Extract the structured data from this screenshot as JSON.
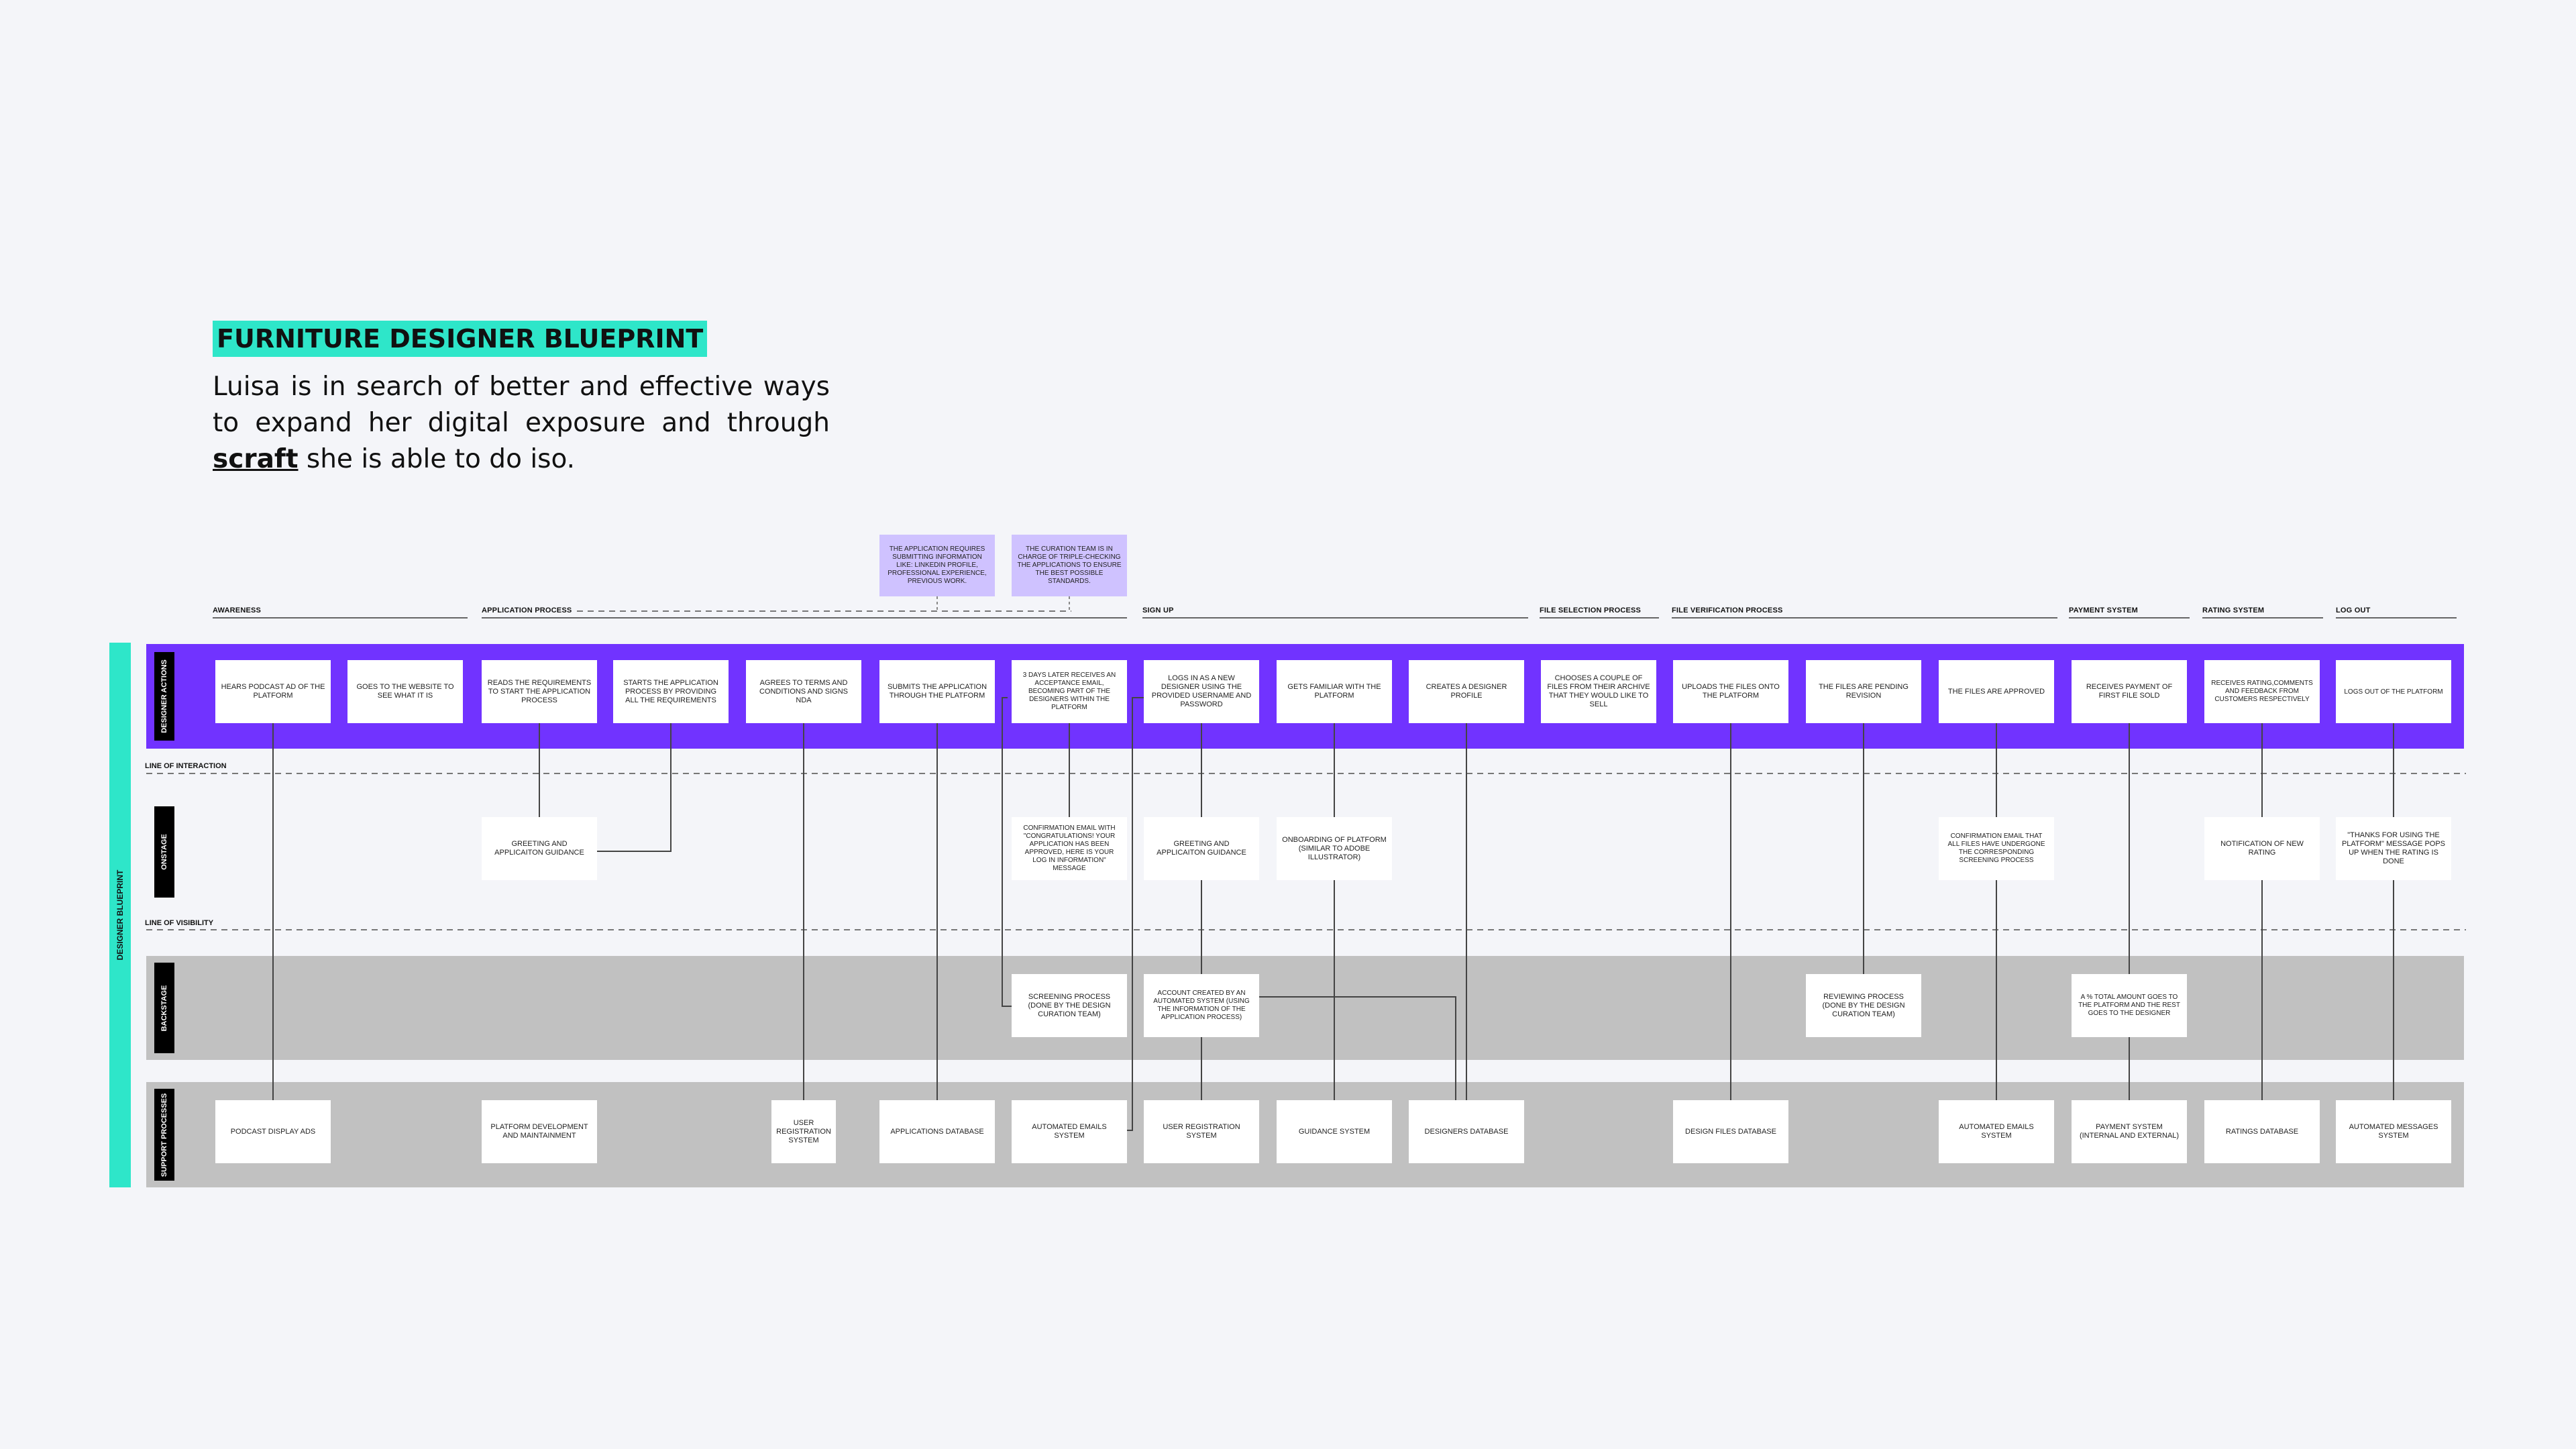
{
  "header": {
    "title": "FURNITURE DESIGNER BLUEPRINT",
    "subtitle_pre": "Luisa is in search of better and effective ways to expand her digital exposure and through ",
    "subtitle_brand": "scraft",
    "subtitle_post": " she is able to do iso."
  },
  "sidebar_label": "DESIGNER BLUEPRINT",
  "lanes": {
    "designer_actions": "DESIGNER ACTIONS",
    "onstage": "ONSTAGE",
    "backstage": "BACKSTAGE",
    "support": "SUPPORT PROCESSES"
  },
  "dividers": {
    "interaction": "LINE OF INTERACTION",
    "visibility": "LINE OF VISIBILITY"
  },
  "stages": [
    "AWARENESS",
    "APPLICATION PROCESS",
    "SIGN UP",
    "FILE SELECTION PROCESS",
    "FILE VERIFICATION PROCESS",
    "PAYMENT SYSTEM",
    "RATING SYSTEM",
    "LOG OUT"
  ],
  "notes": [
    "THE APPLICATION REQUIRES SUBMITTING INFORMATION LIKE: LINKEDIN PROFILE, PROFESSIONAL EXPERIENCE, PREVIOUS WORK.",
    "THE CURATION TEAM IS IN CHARGE OF TRIPLE-CHECKING THE APPLICATIONS TO ENSURE THE BEST POSSIBLE STANDARDS."
  ],
  "actions": [
    "HEARS PODCAST AD OF THE PLATFORM",
    "GOES TO THE WEBSITE TO SEE WHAT IT IS",
    "READS THE REQUIREMENTS TO START THE APPLICATION PROCESS",
    "STARTS THE APPLICATION PROCESS BY PROVIDING ALL THE REQUIREMENTS",
    "AGREES TO TERMS AND CONDITIONS AND SIGNS NDA",
    "SUBMITS THE APPLICATION THROUGH THE PLATFORM",
    "3 DAYS LATER RECEIVES AN ACCEPTANCE EMAIL, BECOMING PART OF THE DESIGNERS WITHIN THE PLATFORM",
    "LOGS IN AS A NEW DESIGNER USING THE PROVIDED USERNAME AND PASSWORD",
    "GETS FAMILIAR WITH THE PLATFORM",
    "CREATES A DESIGNER PROFILE",
    "CHOOSES A COUPLE OF FILES FROM THEIR ARCHIVE THAT THEY WOULD LIKE TO SELL",
    "UPLOADS THE FILES ONTO THE PLATFORM",
    "THE FILES ARE PENDING REVISION",
    "THE FILES ARE APPROVED",
    "RECEIVES PAYMENT OF FIRST FILE SOLD",
    "RECEIVES RATING,COMMENTS AND FEEDBACK FROM CUSTOMERS RESPECTIVELY",
    "LOGS OUT OF THE PLATFORM"
  ],
  "onstage": [
    "GREETING AND APPLICAITON GUIDANCE",
    "CONFIRMATION EMAIL WITH \"CONGRATULATIONS! YOUR APPLICATION HAS BEEN APPROVED, HERE IS YOUR LOG IN INFORMATION\" MESSAGE",
    "GREETING AND APPLICAITON GUIDANCE",
    "ONBOARDING OF PLATFORM (SIMILAR TO ADOBE ILLUSTRATOR)",
    "CONFIRMATION EMAIL THAT ALL FILES HAVE UNDERGONE THE CORRESPONDING SCREENING PROCESS",
    "NOTIFICATION OF NEW RATING",
    "\"THANKS FOR USING THE PLATFORM\" MESSAGE POPS UP WHEN THE RATING IS DONE"
  ],
  "backstage": [
    "SCREENING PROCESS (DONE BY THE DESIGN CURATION TEAM)",
    "ACCOUNT CREATED BY AN AUTOMATED SYSTEM (USING THE INFORMATION OF THE APPLICATION PROCESS)",
    "REVIEWING PROCESS (DONE BY THE DESIGN CURATION TEAM)",
    "A % TOTAL AMOUNT GOES TO THE PLATFORM AND THE REST GOES TO THE DESIGNER"
  ],
  "support": [
    "PODCAST DISPLAY ADS",
    "PLATFORM DEVELOPMENT AND MAINTAINMENT",
    "USER REGISTRATION SYSTEM",
    "APPLICATIONS DATABASE",
    "AUTOMATED EMAILS SYSTEM",
    "USER REGISTRATION SYSTEM",
    "GUIDANCE SYSTEM",
    "DESIGNERS DATABASE",
    "DESIGN FILES DATABASE",
    "AUTOMATED EMAILS SYSTEM",
    "PAYMENT SYSTEM (INTERNAL AND EXTERNAL)",
    "RATINGS DATABASE",
    "AUTOMATED MESSAGES SYSTEM"
  ],
  "colors": {
    "accent_teal": "#2ee6c9",
    "band_purple": "#7133ff",
    "note_lilac": "#cfc2ff",
    "lane_grey": "#c1c1c1"
  }
}
